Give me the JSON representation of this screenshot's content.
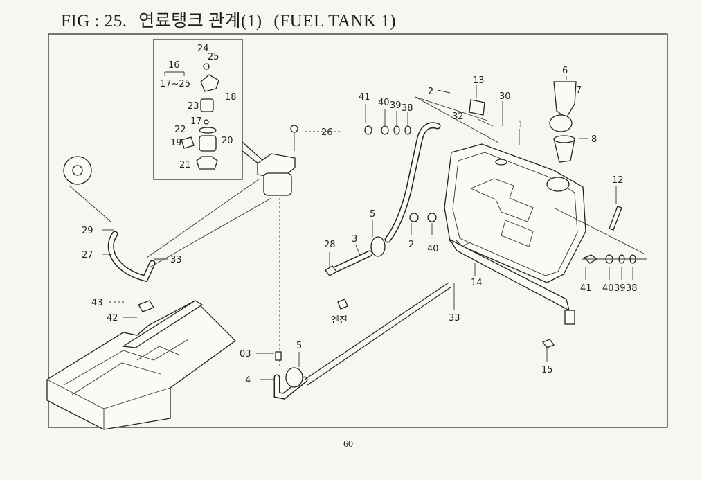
{
  "figure": {
    "fig_label": "FIG : 25.",
    "title_korean": "연료탱크 관계(1)",
    "title_english": "(FUEL TANK 1)"
  },
  "page_number": "60",
  "callouts": {
    "inset": [
      "24",
      "25",
      "16",
      "17~25",
      "18",
      "23",
      "17",
      "22",
      "20",
      "19",
      "21"
    ],
    "main": [
      "26",
      "29",
      "27",
      "33",
      "43",
      "42",
      "03",
      "5",
      "4",
      "28",
      "3",
      "5",
      "2",
      "40",
      "41",
      "40",
      "39",
      "38",
      "2",
      "13",
      "32",
      "30",
      "1",
      "6",
      "7",
      "8",
      "12",
      "14",
      "33",
      "41",
      "40",
      "39",
      "38",
      "15"
    ],
    "engine_label": "엔진"
  }
}
